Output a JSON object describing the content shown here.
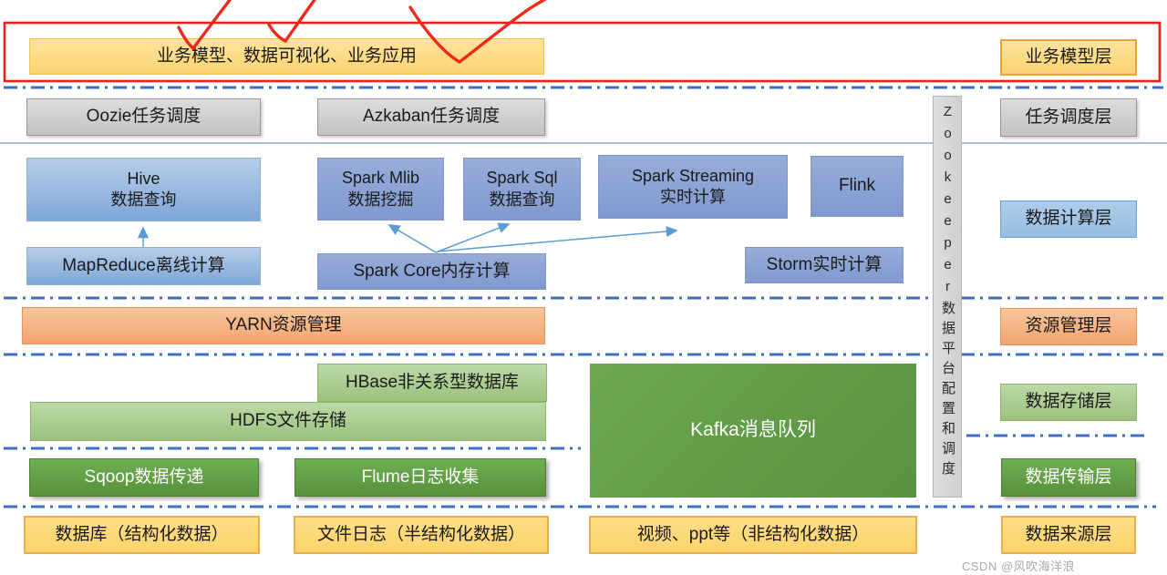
{
  "colors": {
    "dash_line": "#3f6fbf",
    "solid_line": "#7b98bd",
    "arrow": "#5b9bd5",
    "annotation_red": "#e6231a"
  },
  "rows": {
    "business": {
      "main": "业务模型、数据可视化、业务应用",
      "layer": "业务模型层"
    },
    "scheduling": {
      "oozie": "Oozie任务调度",
      "azkaban": "Azkaban任务调度",
      "layer": "任务调度层"
    },
    "computing": {
      "hive_line1": "Hive",
      "hive_line2": "数据查询",
      "spark_mlib_line1": "Spark Mlib",
      "spark_mlib_line2": "数据挖掘",
      "spark_sql_line1": "Spark Sql",
      "spark_sql_line2": "数据查询",
      "spark_streaming_line1": "Spark Streaming",
      "spark_streaming_line2": "实时计算",
      "flink": "Flink",
      "mapreduce": "MapReduce离线计算",
      "spark_core": "Spark Core内存计算",
      "storm": "Storm实时计算",
      "layer": "数据计算层"
    },
    "resource": {
      "yarn": "YARN资源管理",
      "layer": "资源管理层"
    },
    "storage": {
      "hbase": "HBase非关系型数据库",
      "hdfs": "HDFS文件存储",
      "kafka": "Kafka消息队列",
      "layer": "数据存储层"
    },
    "transport": {
      "sqoop": "Sqoop数据传递",
      "flume": "Flume日志收集",
      "layer": "数据传输层"
    },
    "source": {
      "db": "数据库（结构化数据）",
      "filelog": "文件日志（半结构化数据）",
      "video": "视频、ppt等（非结构化数据）",
      "layer": "数据来源层"
    }
  },
  "zookeeper": {
    "text": "Zookeeper数据平台配置和调度"
  },
  "watermark": "CSDN @风吹海洋浪"
}
